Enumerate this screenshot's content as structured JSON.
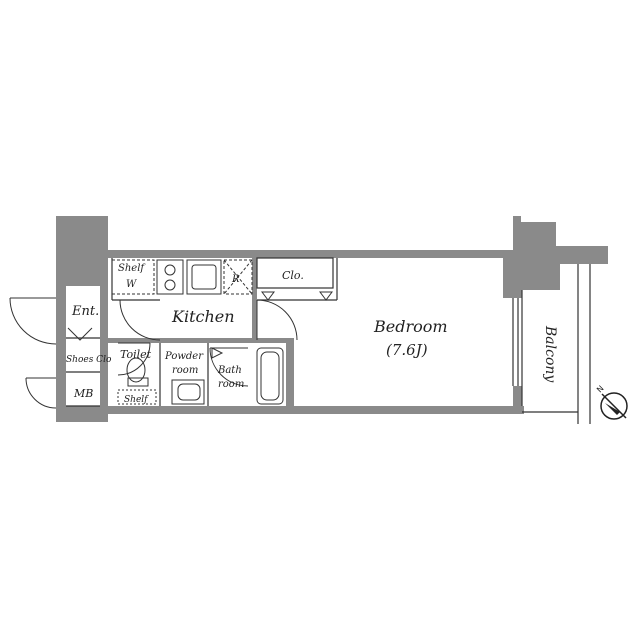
{
  "rooms": {
    "entrance": "Ent.",
    "shoes_closet": "Shoes Clo",
    "meter_box": "MB",
    "kitchen": "Kitchen",
    "toilet": "Toilet",
    "toilet_shelf": "Shelf",
    "powder_room_line1": "Powder",
    "powder_room_line2": "room",
    "bath_room_line1": "Bath",
    "bath_room_line2": "room",
    "closet": "Clo.",
    "bedroom": "Bedroom",
    "bedroom_size": "(7.6J)",
    "balcony": "Balcony"
  },
  "fixtures": {
    "shelf": "Shelf",
    "washer": "W",
    "refrigerator": "R"
  },
  "colors": {
    "wall": "#8a8a8a",
    "line": "#333333"
  },
  "icons": [
    "north-compass-icon"
  ]
}
